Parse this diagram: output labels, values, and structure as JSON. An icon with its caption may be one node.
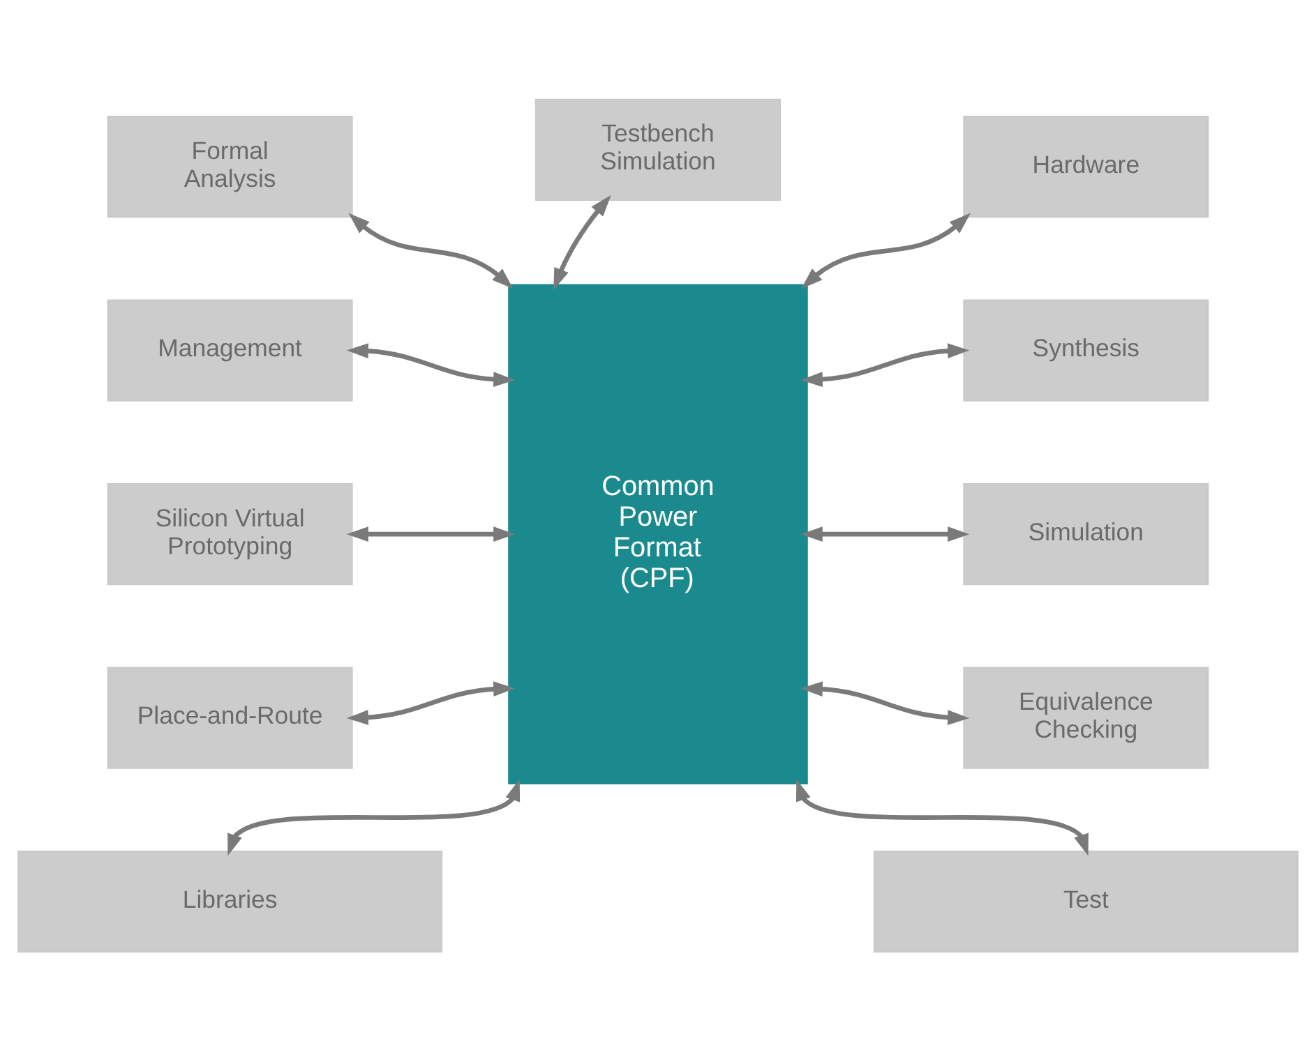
{
  "diagram": {
    "nodes": [
      {
        "text": [
          "Formal Analysis"
        ]
      },
      {
        "text": [
          "Testbench Simulation"
        ]
      },
      {
        "text": [
          "Hardware"
        ]
      },
      {
        "text": [
          "Management"
        ]
      },
      {
        "text": [
          "Common Power Format (CPF)"
        ]
      },
      {
        "text": [
          "Synthesis"
        ]
      },
      {
        "text": [
          "Silicon Virtual Prototyping"
        ]
      },
      {
        "text": [
          "Simulation"
        ]
      },
      {
        "text": [
          "Place-and-Route"
        ]
      },
      {
        "text": [
          "Equivalence Checking"
        ]
      },
      {
        "text": [
          "Libraries"
        ]
      },
      {
        "text": [
          "Test"
        ]
      }
    ],
    "edges": [
      {
        "from": 4,
        "to": 0,
        "arrow": "both"
      },
      {
        "from": 4,
        "to": 1,
        "arrow": "both"
      },
      {
        "from": 4,
        "to": 2,
        "arrow": "both"
      },
      {
        "from": 4,
        "to": 3,
        "arrow": "both"
      },
      {
        "from": 4,
        "to": 5,
        "arrow": "both"
      },
      {
        "from": 4,
        "to": 6,
        "arrow": "both"
      },
      {
        "from": 4,
        "to": 7,
        "arrow": "both"
      },
      {
        "from": 4,
        "to": 8,
        "arrow": "both"
      },
      {
        "from": 4,
        "to": 9,
        "arrow": "both"
      },
      {
        "from": 4,
        "to": 10,
        "arrow": "both"
      },
      {
        "from": 4,
        "to": 11,
        "arrow": "both"
      }
    ]
  }
}
